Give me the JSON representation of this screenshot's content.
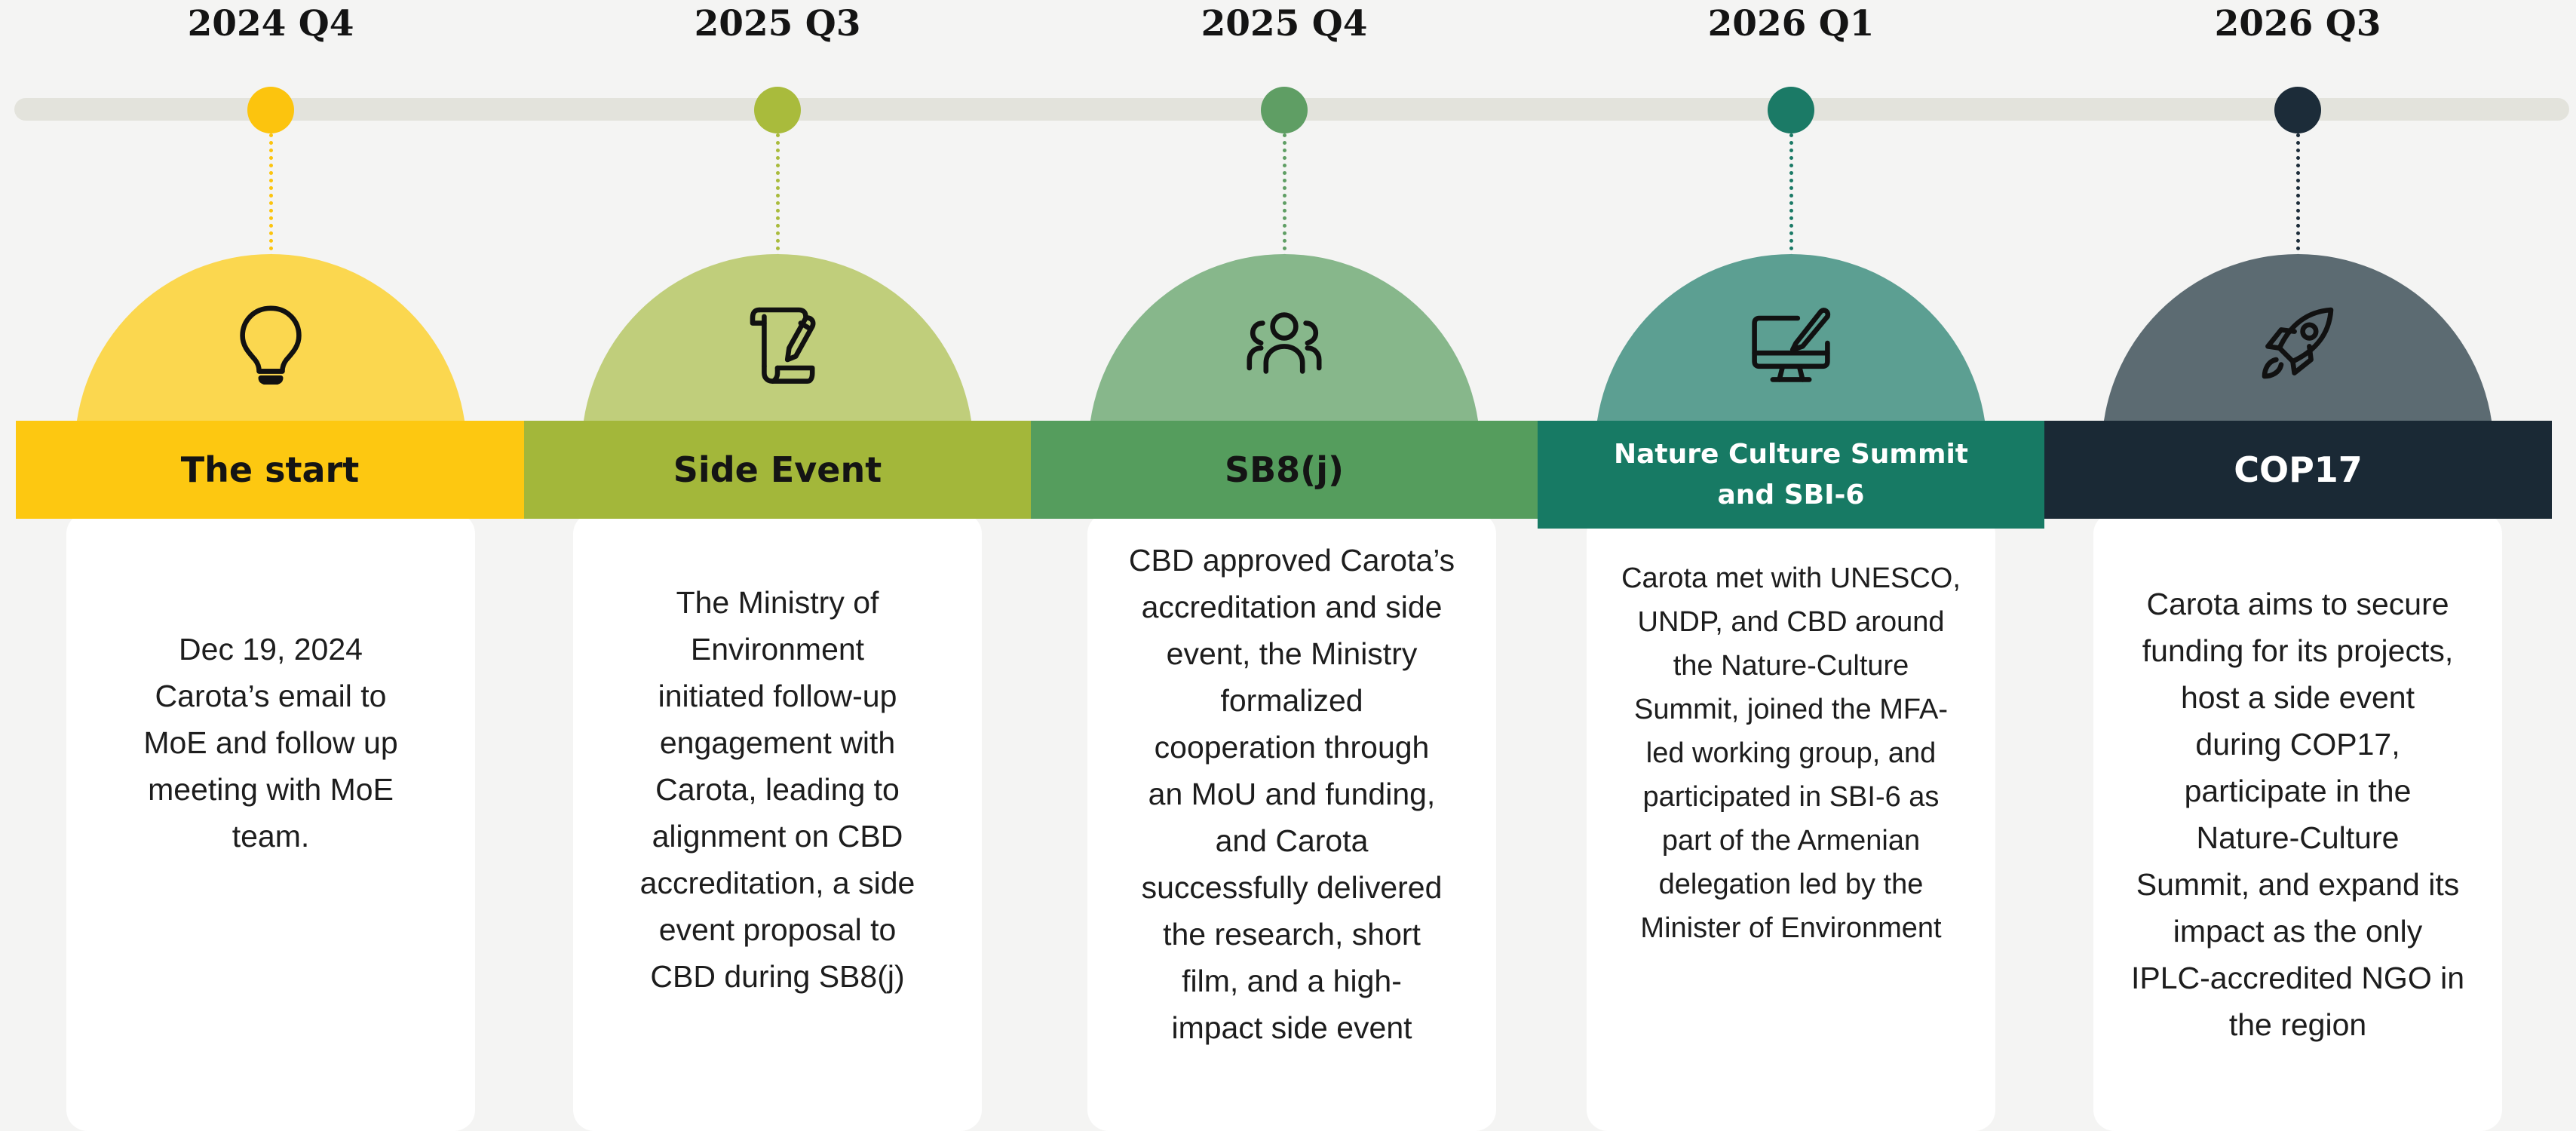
{
  "milestones": [
    {
      "period": "2024 Q4",
      "title": "The start",
      "icon": "lightbulb-icon",
      "color_dot": "#fcc40e",
      "color_dome": "#fbd74f",
      "color_band": "#fdc811",
      "text": "Dec 19, 2024\nCarota’s email to\nMoE and follow up\nmeeting with MoE\nteam."
    },
    {
      "period": "2025 Q3",
      "title": "Side Event",
      "icon": "scroll-edit-icon",
      "color_dot": "#a9bb3c",
      "color_dome": "#c0ce7b",
      "color_band": "#a3b73a",
      "text": "The Ministry of\nEnvironment\ninitiated follow-up\nengagement with\nCarota, leading to\nalignment on CBD\naccreditation, a side\nevent proposal to\nCBD during SB8(j)"
    },
    {
      "period": "2025 Q4",
      "title": "SB8(j)",
      "icon": "people-group-icon",
      "color_dot": "#5f9e64",
      "color_dome": "#87b78b",
      "color_band": "#559d5d",
      "text": "CBD approved Carota’s\naccreditation and side\nevent, the Ministry\nformalized\ncooperation through\nan MoU and funding,\nand Carota\nsuccessfully delivered\nthe research, short\nfilm, and a high-\nimpact side event"
    },
    {
      "period": "2026 Q1",
      "title": "Nature Culture Summit\nand SBI-6",
      "icon": "monitor-edit-icon",
      "color_dot": "#1b7a66",
      "color_dome": "#5c9f92",
      "color_band": "#177a64",
      "text": "Carota met with UNESCO,\nUNDP, and CBD around\nthe Nature-Culture\nSummit, joined the MFA-\nled working group, and\nparticipated in SBI-6 as\npart of the Armenian\ndelegation led by the\nMinister of Environment"
    },
    {
      "period": "2026 Q3",
      "title": "COP17",
      "icon": "rocket-icon",
      "color_dot": "#1c2c39",
      "color_dome": "#5c6b72",
      "color_band": "#1a2935",
      "text": "Carota aims to secure\nfunding for its projects,\nhost a side event\nduring COP17,\nparticipate in the\nNature-Culture\nSummit, and expand its\nimpact as the only\nIPLC-accredited NGO in\nthe region"
    }
  ]
}
